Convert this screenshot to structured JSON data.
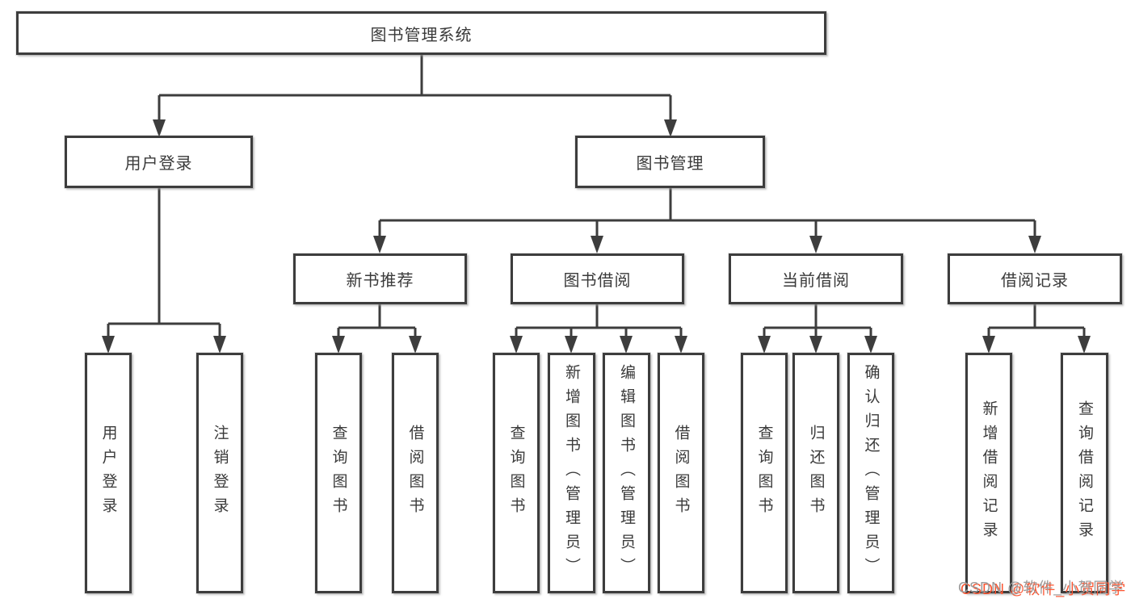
{
  "diagram": {
    "title_node": "图书管理系统",
    "level2": [
      "用户登录",
      "图书管理"
    ],
    "level3": [
      "新书推荐",
      "图书借阅",
      "当前借阅",
      "借阅记录"
    ],
    "leaves": {
      "user_login": [
        "用户登录",
        "注销登录"
      ],
      "new_books": [
        "查询图书",
        "借阅图书"
      ],
      "book_borrowing": [
        "查询图书",
        "新增图书（管理员）",
        "编辑图书（管理员）",
        "借阅图书"
      ],
      "current_borrowing": [
        "查询图书",
        "归还图书",
        "确认归还（管理员）"
      ],
      "borrowing_records": [
        "新增借阅记录",
        "查询借阅记录"
      ]
    }
  },
  "watermark": {
    "text": "CSDN @软件_小贺同学",
    "text_color": "#9c9c9c",
    "shadow_color": "#fc5531"
  },
  "colors": {
    "line": "#3d3d3d",
    "box_border": "#3d3d3d",
    "text": "#3a3a3a",
    "background": "#ffffff"
  }
}
